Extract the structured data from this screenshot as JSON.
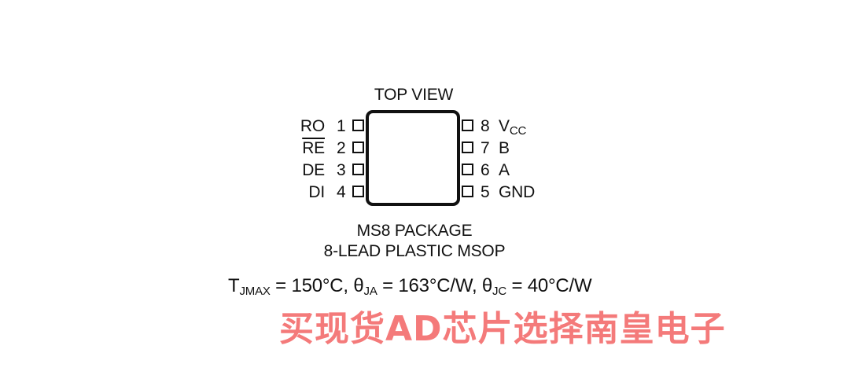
{
  "header": {
    "title": "TOP VIEW"
  },
  "pins_left": [
    {
      "num": "1",
      "name": "RO",
      "overline": false
    },
    {
      "num": "2",
      "name": "RE",
      "overline": true
    },
    {
      "num": "3",
      "name": "DE",
      "overline": false
    },
    {
      "num": "4",
      "name": "DI",
      "overline": false
    }
  ],
  "pins_right": [
    {
      "num": "8",
      "name": "V",
      "sub": "CC"
    },
    {
      "num": "7",
      "name": "B",
      "sub": ""
    },
    {
      "num": "6",
      "name": "A",
      "sub": ""
    },
    {
      "num": "5",
      "name": "GND",
      "sub": ""
    }
  ],
  "package": {
    "line1": "MS8 PACKAGE",
    "line2": "8-LEAD PLASTIC MSOP"
  },
  "thermal": {
    "t_symbol": "T",
    "t_sub": "JMAX",
    "t_value": " = 150°C, ",
    "theta1": "θ",
    "theta1_sub": "JA",
    "theta1_value": " = 163°C/W, ",
    "theta2": "θ",
    "theta2_sub": "JC",
    "theta2_value": " = 40°C/W"
  },
  "watermark": {
    "text": "买现货AD芯片选择南皇电子"
  },
  "colors": {
    "ink": "#111111",
    "watermark": "#f47a7a"
  }
}
